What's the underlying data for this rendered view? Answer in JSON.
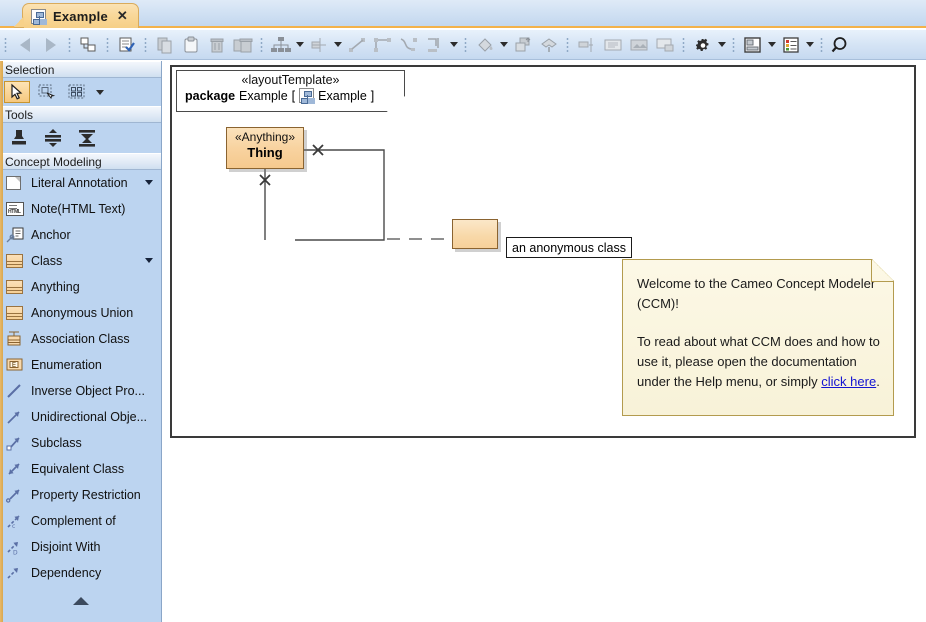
{
  "window": {
    "tab": {
      "title": "Example",
      "close_label": "✕",
      "icon": "diagram-icon"
    }
  },
  "toolbar": {
    "groups": [
      {
        "name": "navigation",
        "buttons": [
          {
            "name": "back-button",
            "icon": "arrow-left-icon"
          },
          {
            "name": "forward-button",
            "icon": "arrow-right-icon"
          }
        ]
      },
      {
        "name": "structure",
        "buttons": [
          {
            "name": "containment-tree-button",
            "icon": "tree-icon"
          }
        ]
      },
      {
        "name": "validate",
        "buttons": [
          {
            "name": "validate-button",
            "icon": "document-check-icon"
          }
        ]
      },
      {
        "name": "clipboard",
        "buttons": [
          {
            "name": "copy-button",
            "icon": "copy-icon"
          },
          {
            "name": "paste-button",
            "icon": "clipboard-icon"
          },
          {
            "name": "delete-button",
            "icon": "trash-icon"
          },
          {
            "name": "delete-all-button",
            "icon": "trash-multiple-icon"
          }
        ]
      },
      {
        "name": "layout",
        "buttons": [
          {
            "name": "hierarchic-layout-button",
            "icon": "hierarchy-icon",
            "has_caret": true
          },
          {
            "name": "align-button",
            "icon": "align-icon",
            "has_caret": true
          },
          {
            "name": "line-style-oblique-button",
            "icon": "oblique-line-icon"
          },
          {
            "name": "line-style-rectilinear-button",
            "icon": "rectilinear-line-icon"
          },
          {
            "name": "line-style-bezier-button",
            "icon": "bezier-line-icon"
          },
          {
            "name": "line-style-custom-button",
            "icon": "custom-line-icon",
            "has_caret": true
          }
        ]
      },
      {
        "name": "style",
        "buttons": [
          {
            "name": "fill-color-button",
            "icon": "paint-bucket-icon",
            "has_caret": true
          },
          {
            "name": "bring-to-front-button",
            "icon": "layers-icon"
          },
          {
            "name": "format-painter-button",
            "icon": "format-painter-icon"
          }
        ]
      },
      {
        "name": "view",
        "buttons": [
          {
            "name": "fit-button",
            "icon": "fit-icon"
          },
          {
            "name": "show-notes-button",
            "icon": "note-lines-icon"
          },
          {
            "name": "image-button",
            "icon": "image-icon"
          },
          {
            "name": "frame-button",
            "icon": "frame-icon"
          }
        ]
      },
      {
        "name": "options",
        "buttons": [
          {
            "name": "settings-button",
            "icon": "gear-icon",
            "has_caret": true
          }
        ]
      },
      {
        "name": "panels",
        "buttons": [
          {
            "name": "layout-panel-button",
            "icon": "panel-layout-icon",
            "has_caret": true
          },
          {
            "name": "legend-button",
            "icon": "legend-list-icon",
            "has_caret": true
          }
        ]
      },
      {
        "name": "search",
        "buttons": [
          {
            "name": "search-button",
            "icon": "magnifier-icon"
          }
        ]
      }
    ]
  },
  "palette": {
    "sections": [
      {
        "name": "selection",
        "title": "Selection"
      },
      {
        "name": "tools",
        "title": "Tools"
      },
      {
        "name": "concept-modeling",
        "title": "Concept Modeling"
      }
    ],
    "selection_tools": [
      {
        "name": "pointer-tool",
        "icon": "cursor-icon",
        "selected": true
      },
      {
        "name": "marquee-select-tool",
        "icon": "marquee-select-icon",
        "selected": false
      },
      {
        "name": "multi-select-tool",
        "icon": "multi-select-icon",
        "selected": false
      }
    ],
    "tools": [
      {
        "name": "stamp-tool",
        "icon": "stamp-icon"
      },
      {
        "name": "align-vertical-tool",
        "icon": "align-vertical-icon"
      },
      {
        "name": "align-center-tool",
        "icon": "align-center-icon"
      }
    ],
    "items": [
      {
        "label": "Literal Annotation",
        "icon": "annotation-icon",
        "has_caret": true
      },
      {
        "label": "Note(HTML Text)",
        "icon": "html-note-icon",
        "has_caret": false
      },
      {
        "label": "Anchor",
        "icon": "anchor-icon",
        "has_caret": false
      },
      {
        "label": "Class",
        "icon": "class-icon",
        "has_caret": true
      },
      {
        "label": "Anything",
        "icon": "class-icon",
        "has_caret": false
      },
      {
        "label": "Anonymous Union",
        "icon": "class-icon",
        "has_caret": false
      },
      {
        "label": "Association Class",
        "icon": "association-class-icon",
        "has_caret": false
      },
      {
        "label": "Enumeration",
        "icon": "enumeration-icon",
        "has_caret": false
      },
      {
        "label": "Inverse Object Pro...",
        "icon": "inverse-object-property-icon",
        "has_caret": false
      },
      {
        "label": "Unidirectional Obje...",
        "icon": "unidirectional-arrow-icon",
        "has_caret": false
      },
      {
        "label": "Subclass",
        "icon": "subclass-arrow-icon",
        "has_caret": false
      },
      {
        "label": "Equivalent Class",
        "icon": "equivalent-class-icon",
        "has_caret": false
      },
      {
        "label": "Property Restriction",
        "icon": "property-restriction-icon",
        "has_caret": false
      },
      {
        "label": "Complement of",
        "icon": "complement-of-icon",
        "has_caret": false
      },
      {
        "label": "Disjoint With",
        "icon": "disjoint-with-icon",
        "has_caret": false
      },
      {
        "label": "Dependency",
        "icon": "dependency-icon",
        "has_caret": false
      }
    ],
    "collapse": {
      "name": "collapse-palette-button",
      "icon": "chevron-up-icon"
    }
  },
  "diagram": {
    "package": {
      "stereotype": "«layoutTemplate»",
      "keyword": "package",
      "name": "Example",
      "bracket_open": "[",
      "bracket_close": "]",
      "diagram_name": "Example",
      "icon": "diagram-icon"
    },
    "thing_class": {
      "stereotype": "«Anything»",
      "name": "Thing"
    },
    "anonymous_class": {
      "name": ""
    },
    "anonymous_label": {
      "text": "an anonymous class"
    },
    "note": {
      "paragraph1": "Welcome to the Cameo Concept Modeler (CCM)!",
      "paragraph2_before": "To read about what CCM does and how to use it, please open the documentation under the Help menu, or simply ",
      "link_text": "click here",
      "paragraph2_after": "."
    }
  },
  "colors": {
    "accent_orange": "#f3b24a",
    "class_fill": "#f8d3a0",
    "class_border": "#8a6330",
    "note_fill": "#fcf8e6",
    "note_border": "#b39b4e",
    "link": "#1414d2",
    "palette_bg": "#bcd4f0",
    "toolbar_bg": "#d5e4f5"
  }
}
